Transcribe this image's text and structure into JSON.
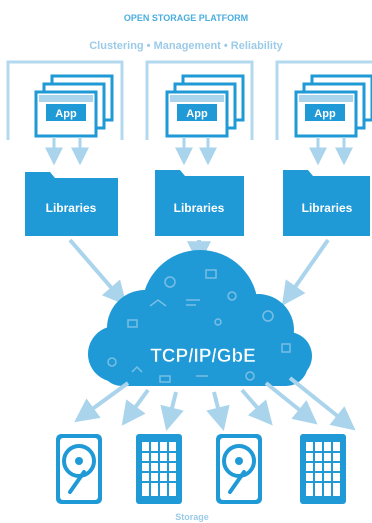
{
  "header": {
    "title": "OPEN STORAGE PLATFORM",
    "subtitle": "Clustering • Management • Reliability"
  },
  "nodes": [
    {
      "app_label": "App",
      "library_label": "Libraries"
    },
    {
      "app_label": "App",
      "library_label": "Libraries"
    },
    {
      "app_label": "App",
      "library_label": "Libraries"
    }
  ],
  "network": {
    "label": "TCP/IP/GbE"
  },
  "storage": {
    "label": "Storage",
    "devices": [
      {
        "type": "disk",
        "icon": "hard-disk-icon"
      },
      {
        "type": "flash",
        "icon": "flash-storage-icon"
      },
      {
        "type": "disk",
        "icon": "hard-disk-icon"
      },
      {
        "type": "flash",
        "icon": "flash-storage-icon"
      }
    ]
  },
  "colors": {
    "primary": "#1f9ad6",
    "light": "#a9d4ec",
    "header_text": "#4aaede",
    "subtitle_text": "#9ccbe8",
    "frame": "#b3d9ef"
  }
}
